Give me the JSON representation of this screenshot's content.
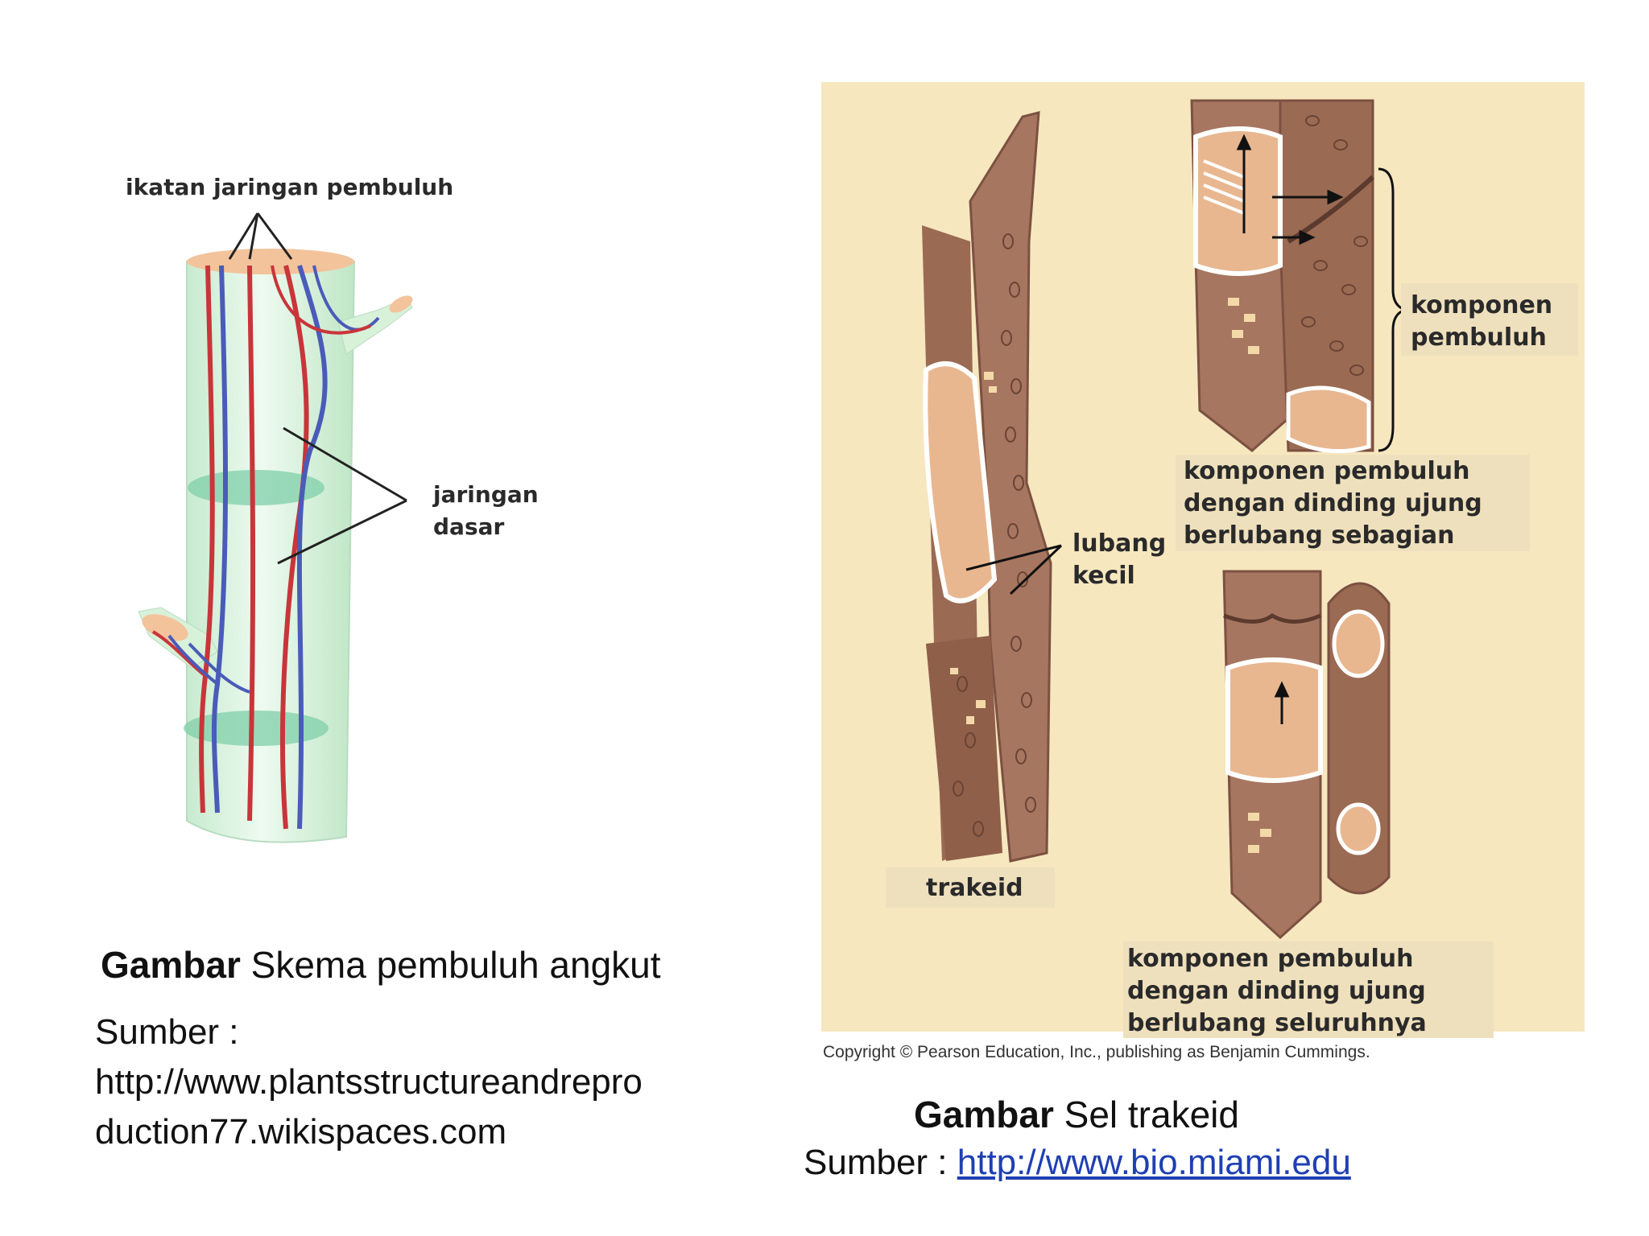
{
  "left_figure": {
    "label_vascular_bundle": "ikatan jaringan pembuluh",
    "label_ground_tissue_1": "jaringan",
    "label_ground_tissue_2": "dasar",
    "caption_bold": "Gambar",
    "caption_text": " Skema pembuluh angkut",
    "source_label": "Sumber :",
    "source_line1": "http://www.plantsstructureandrepro",
    "source_line2": "duction77.wikispaces.com"
  },
  "right_figure": {
    "label_vessel_member_1": "komponen",
    "label_vessel_member_2": "pembuluh",
    "label_partial_1": "komponen pembuluh",
    "label_partial_2": "dengan dinding ujung",
    "label_partial_3": "berlubang sebagian",
    "label_pit_1": "lubang",
    "label_pit_2": "kecil",
    "label_tracheid": "trakeid",
    "label_full_1": "komponen pembuluh",
    "label_full_2": "dengan dinding ujung",
    "label_full_3": "berlubang seluruhnya",
    "copyright": "Copyright © Pearson Education, Inc., publishing as Benjamin Cummings.",
    "caption_bold": "Gambar",
    "caption_text": " Sel trakeid",
    "source_label": "Sumber : ",
    "source_link": "http://www.bio.miami.edu"
  },
  "colors": {
    "panel_bg": "#f6e7bf",
    "cell_brown": "#a0705a",
    "cell_dark": "#7c5141",
    "lumen": "#e8b790",
    "stem_green": "#d8f1d9",
    "vessel_red": "#c8353a",
    "vessel_blue": "#4a5bb8",
    "link_blue": "#1f3fb3"
  }
}
